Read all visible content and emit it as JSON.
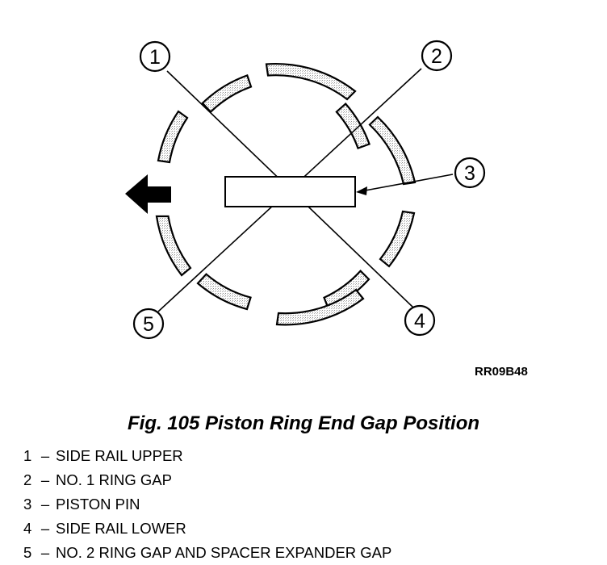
{
  "callouts": [
    "1",
    "2",
    "3",
    "4",
    "5"
  ],
  "figure_code": "RR09B48",
  "caption": "Fig. 105 Piston Ring End Gap Position",
  "legend": [
    {
      "num": "1",
      "dash": "–",
      "text": "SIDE RAIL UPPER"
    },
    {
      "num": "2",
      "dash": "–",
      "text": "NO. 1 RING GAP"
    },
    {
      "num": "3",
      "dash": "–",
      "text": "PISTON PIN"
    },
    {
      "num": "4",
      "dash": "–",
      "text": "SIDE RAIL LOWER"
    },
    {
      "num": "5",
      "dash": "–",
      "text": "NO. 2 RING GAP AND SPACER EXPANDER GAP"
    }
  ]
}
